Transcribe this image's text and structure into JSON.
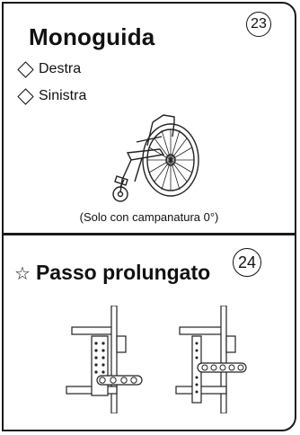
{
  "section1": {
    "title": "Monoguida",
    "number": "23",
    "options": [
      "Destra",
      "Sinistra"
    ],
    "caption": "(Solo con campanatura 0°)"
  },
  "section2": {
    "star": "☆",
    "title": "Passo prolungato",
    "number": "24"
  }
}
